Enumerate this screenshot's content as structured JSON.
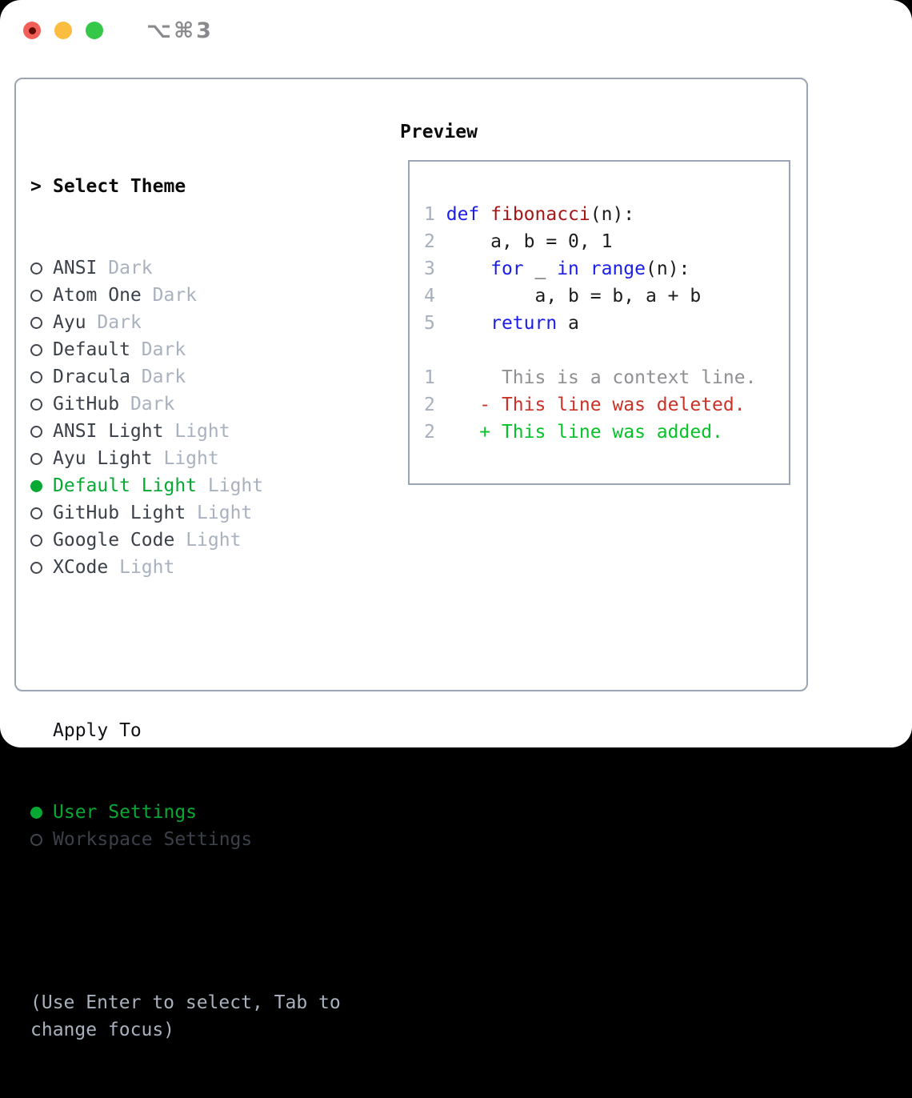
{
  "titlebar": {
    "title": "⌥⌘3",
    "traffic_lights": [
      {
        "name": "close",
        "color": "#f25f58",
        "dot": "#620b03"
      },
      {
        "name": "minimize",
        "color": "#fbbd3f",
        "dot": ""
      },
      {
        "name": "zoom",
        "color": "#34c748",
        "dot": ""
      }
    ]
  },
  "selector": {
    "cursor": ">",
    "title": "Select Theme",
    "themes": [
      {
        "name": "ANSI",
        "variant": "Dark",
        "selected": false
      },
      {
        "name": "Atom One",
        "variant": "Dark",
        "selected": false
      },
      {
        "name": "Ayu",
        "variant": "Dark",
        "selected": false
      },
      {
        "name": "Default",
        "variant": "Dark",
        "selected": false
      },
      {
        "name": "Dracula",
        "variant": "Dark",
        "selected": false
      },
      {
        "name": "GitHub",
        "variant": "Dark",
        "selected": false
      },
      {
        "name": "ANSI Light",
        "variant": "Light",
        "selected": false
      },
      {
        "name": "Ayu Light",
        "variant": "Light",
        "selected": false
      },
      {
        "name": "Default Light",
        "variant": "Light",
        "selected": true
      },
      {
        "name": "GitHub Light",
        "variant": "Light",
        "selected": false
      },
      {
        "name": "Google Code",
        "variant": "Light",
        "selected": false
      },
      {
        "name": "XCode",
        "variant": "Light",
        "selected": false
      }
    ],
    "apply_to": {
      "title": "Apply To",
      "options": [
        {
          "name": "User Settings",
          "selected": true
        },
        {
          "name": "Workspace Settings",
          "selected": false
        }
      ]
    },
    "hint_lines": [
      "(Use Enter to select, Tab to",
      "change focus)"
    ]
  },
  "preview": {
    "title": "Preview",
    "code_lines": [
      {
        "num": "1",
        "tokens": [
          {
            "t": "kw",
            "s": "def"
          },
          {
            "t": "pl",
            "s": " "
          },
          {
            "t": "fn",
            "s": "fibonacci"
          },
          {
            "t": "pl",
            "s": "(n):"
          }
        ]
      },
      {
        "num": "2",
        "tokens": [
          {
            "t": "pl",
            "s": "    a, b = 0, 1"
          }
        ]
      },
      {
        "num": "3",
        "tokens": [
          {
            "t": "pl",
            "s": "    "
          },
          {
            "t": "kw",
            "s": "for"
          },
          {
            "t": "pl",
            "s": " _ "
          },
          {
            "t": "kw",
            "s": "in"
          },
          {
            "t": "pl",
            "s": " "
          },
          {
            "t": "kw",
            "s": "range"
          },
          {
            "t": "pl",
            "s": "(n):"
          }
        ]
      },
      {
        "num": "4",
        "tokens": [
          {
            "t": "pl",
            "s": "        a, b = b, a + b"
          }
        ]
      },
      {
        "num": "5",
        "tokens": [
          {
            "t": "pl",
            "s": "    "
          },
          {
            "t": "kw",
            "s": "return"
          },
          {
            "t": "pl",
            "s": " a"
          }
        ]
      }
    ],
    "diff_lines": [
      {
        "num": "1",
        "type": "context",
        "text": "      This is a context line."
      },
      {
        "num": "2",
        "type": "deleted",
        "text": "    - This line was deleted."
      },
      {
        "num": "2",
        "type": "added",
        "text": "    + This line was added."
      }
    ]
  },
  "colors": {
    "panel_border": "#9aa4b2",
    "keyword": "#1b1de8",
    "function_name": "#a51616",
    "code_plain": "#1c1c1c",
    "line_number": "#a6afbd",
    "diff_context": "#8f9094",
    "diff_deleted": "#c93227",
    "diff_added": "#06c228",
    "selected_green": "#07a833",
    "item_text": "#3b4049",
    "muted_text": "#a9b1bf",
    "title_text": "#8a8a8e"
  }
}
